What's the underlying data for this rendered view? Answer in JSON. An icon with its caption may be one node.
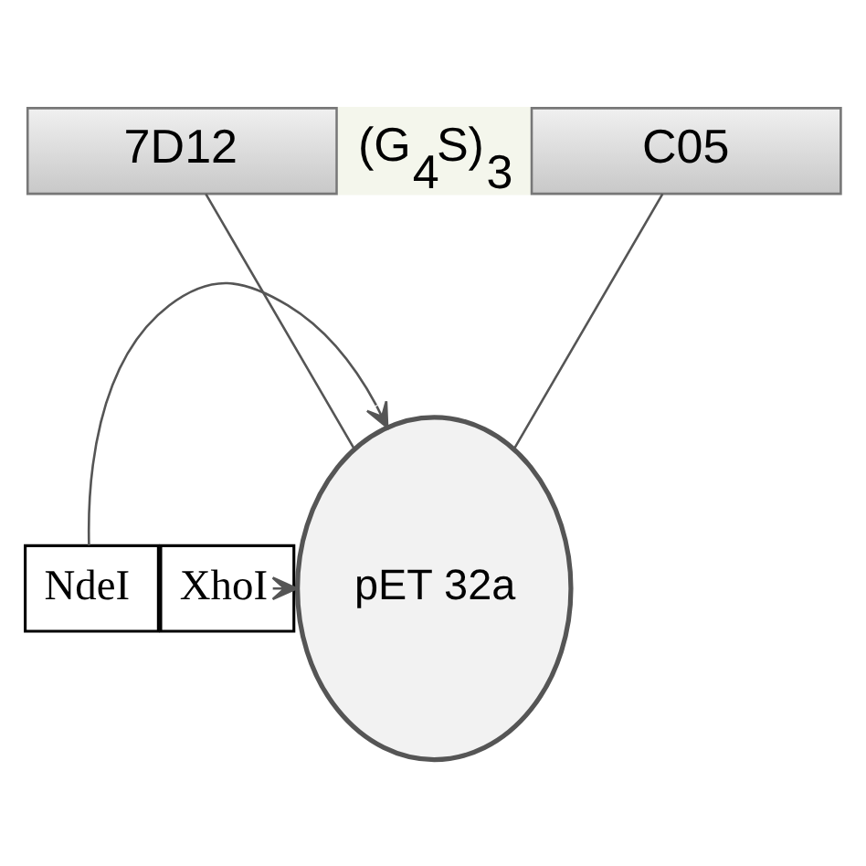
{
  "diagram": {
    "nodes": [
      {
        "text": [
          "7D12"
        ]
      },
      {
        "text": [
          "(G$_{4}$S)$_{3}$"
        ]
      },
      {
        "text": [
          "C05"
        ]
      },
      {
        "text": [
          "NdeI"
        ]
      },
      {
        "text": [
          "pET 32a"
        ]
      },
      {
        "text": [
          "XhoI"
        ]
      }
    ],
    "edges": [
      {
        "from": 0,
        "to": 4,
        "arrow": "none"
      },
      {
        "from": 2,
        "to": 4,
        "arrow": "none"
      },
      {
        "from": 3,
        "to": 4,
        "arrow": "to"
      },
      {
        "from": 5,
        "to": 4,
        "arrow": "to"
      }
    ]
  }
}
